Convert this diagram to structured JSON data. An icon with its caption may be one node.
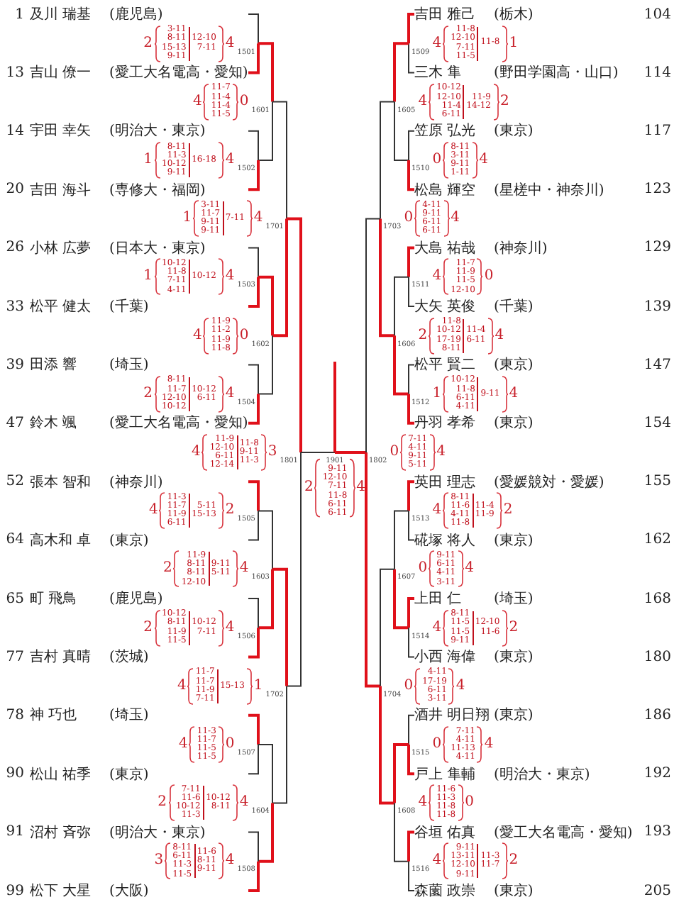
{
  "diagram": {
    "nodes": [
      {
        "text": [
          "及川 瑞基",
          "(鹿児島)"
        ],
        "beside": [
          "1"
        ]
      },
      {
        "text": [
          "吉山 僚一",
          "(愛工大名電高・愛知)"
        ],
        "beside": [
          "13"
        ]
      },
      {
        "text": [
          "宇田 幸矢",
          "(明治大・東京)"
        ],
        "beside": [
          "14"
        ]
      },
      {
        "text": [
          "吉田 海斗",
          "(専修大・福岡)"
        ],
        "beside": [
          "20"
        ]
      },
      {
        "text": [
          "小林 広夢",
          "(日本大・東京)"
        ],
        "beside": [
          "26"
        ]
      },
      {
        "text": [
          "松平 健太",
          "(千葉)"
        ],
        "beside": [
          "33"
        ]
      },
      {
        "text": [
          "田添 響",
          "(埼玉)"
        ],
        "beside": [
          "39"
        ]
      },
      {
        "text": [
          "鈴木 颯",
          "(愛工大名電高・愛知)"
        ],
        "beside": [
          "47"
        ]
      },
      {
        "text": [
          "張本 智和",
          "(神奈川)"
        ],
        "beside": [
          "52"
        ]
      },
      {
        "text": [
          "高木和 卓",
          "(東京)"
        ],
        "beside": [
          "64"
        ]
      },
      {
        "text": [
          "町 飛鳥",
          "(鹿児島)"
        ],
        "beside": [
          "65"
        ]
      },
      {
        "text": [
          "吉村 真晴",
          "(茨城)"
        ],
        "beside": [
          "77"
        ]
      },
      {
        "text": [
          "神 巧也",
          "(埼玉)"
        ],
        "beside": [
          "78"
        ]
      },
      {
        "text": [
          "松山 祐季",
          "(東京)"
        ],
        "beside": [
          "90"
        ]
      },
      {
        "text": [
          "沼村 斉弥",
          "(明治大・東京)"
        ],
        "beside": [
          "91"
        ]
      },
      {
        "text": [
          "松下 大星",
          "(大阪)"
        ],
        "beside": [
          "99"
        ]
      },
      {
        "text": [
          "吉田 雅己",
          "(栃木)"
        ],
        "beside": [
          "104"
        ]
      },
      {
        "text": [
          "三木 隼",
          "(野田学園高・山口)"
        ],
        "beside": [
          "114"
        ]
      },
      {
        "text": [
          "笠原 弘光",
          "(東京)"
        ],
        "beside": [
          "117"
        ]
      },
      {
        "text": [
          "松島 輝空",
          "(星槎中・神奈川)"
        ],
        "beside": [
          "123"
        ]
      },
      {
        "text": [
          "大島 祐哉",
          "(神奈川)"
        ],
        "beside": [
          "129"
        ]
      },
      {
        "text": [
          "大矢 英俊",
          "(千葉)"
        ],
        "beside": [
          "139"
        ]
      },
      {
        "text": [
          "松平 賢二",
          "(東京)"
        ],
        "beside": [
          "147"
        ]
      },
      {
        "text": [
          "丹羽 孝希",
          "(東京)"
        ],
        "beside": [
          "154"
        ]
      },
      {
        "text": [
          "英田 理志",
          "(愛媛競対・愛媛)"
        ],
        "beside": [
          "155"
        ]
      },
      {
        "text": [
          "硴塚 将人",
          "(東京)"
        ],
        "beside": [
          "162"
        ]
      },
      {
        "text": [
          "上田 仁",
          "(埼玉)"
        ],
        "beside": [
          "168"
        ]
      },
      {
        "text": [
          "小西 海偉",
          "(東京)"
        ],
        "beside": [
          "180"
        ]
      },
      {
        "text": [
          "酒井 明日翔",
          "(東京)"
        ],
        "beside": [
          "186"
        ]
      },
      {
        "text": [
          "戸上 隼輔",
          "(明治大・東京)"
        ],
        "beside": [
          "192"
        ]
      },
      {
        "text": [
          "谷垣 佑真",
          "(愛工大名電高・愛知)"
        ],
        "beside": [
          "193"
        ]
      },
      {
        "text": [
          "森薗 政崇",
          "(東京)"
        ],
        "beside": [
          "205"
        ]
      }
    ],
    "labels": [
      "2",
      "3-11 8-11 15-13 9-11",
      "12-10 7-11",
      "4",
      "1501",
      "4",
      "11-7 11-4 11-4 11-5",
      "0",
      "1601",
      "1",
      "8-11 11-3 10-12 9-11",
      "16-18",
      "4",
      "1502",
      "1",
      "3-11 11-7 9-11 9-11",
      "7-11",
      "4",
      "1701",
      "1",
      "10-12 11-8 7-11 4-11",
      "10-12",
      "4",
      "1503",
      "4",
      "11-9 11-2 11-9 11-8",
      "0",
      "1602",
      "2",
      "8-11 11-7 12-10 10-12",
      "10-12 6-11",
      "4",
      "1504",
      "4",
      "11-9 12-10 6-11 12-14",
      "11-8 9-11 11-3",
      "3",
      "1801",
      "4",
      "11-3 11-7 11-9 6-11",
      "5-11 15-13",
      "2",
      "1505",
      "2",
      "11-9 8-11 8-11 12-10",
      "9-11 5-11",
      "4",
      "1603",
      "2",
      "10-12 8-11 11-9 11-5",
      "10-12 7-11",
      "4",
      "1506",
      "4",
      "11-7 11-7 11-9 7-11",
      "15-13",
      "1",
      "1702",
      "4",
      "11-3 11-7 11-5 11-5",
      "0",
      "1507",
      "2",
      "7-11 11-6 10-12 11-3",
      "10-12 8-11",
      "4",
      "1604",
      "3",
      "8-11 6-11 11-3 11-5",
      "11-6 8-11 9-11",
      "4",
      "1508",
      "2",
      "1901",
      "9-11 12-10 7-11 11-8 6-11 6-11",
      "4",
      "1509",
      "4",
      "11-8 12-10 7-11 11-5",
      "11-8",
      "1",
      "1605",
      "4",
      "10-12 12-10 11-4 6-11",
      "11-9 14-12",
      "2",
      "1510",
      "0",
      "8-11 3-11 9-11 1-11",
      "4",
      "1703",
      "0",
      "4-11 9-11 6-11 6-11",
      "4",
      "1511",
      "4",
      "11-7 11-9 11-5 12-10",
      "0",
      "1606",
      "2",
      "11-8 10-12 17-19 8-11",
      "11-4 6-11",
      "4",
      "1512",
      "1",
      "10-12 11-8 6-11 4-11",
      "9-11",
      "4",
      "1802",
      "0",
      "7-11 4-11 9-11 5-11",
      "4",
      "1513",
      "4",
      "8-11 11-6 4-11 11-8",
      "11-4 11-9",
      "2",
      "1607",
      "0",
      "9-11 6-11 4-11 3-11",
      "4",
      "1514",
      "4",
      "8-11 11-5 11-5 9-11",
      "12-10 11-6",
      "2",
      "1704",
      "0",
      "4-11 17-19 6-11 3-11",
      "4",
      "1515",
      "0",
      "7-11 4-11 11-13 4-11",
      "4",
      "1608",
      "4",
      "11-6 11-3 11-8 11-8",
      "0",
      "1516",
      "4",
      "9-11 13-11 12-10 9-11",
      "11-3 11-7",
      "2"
    ]
  }
}
